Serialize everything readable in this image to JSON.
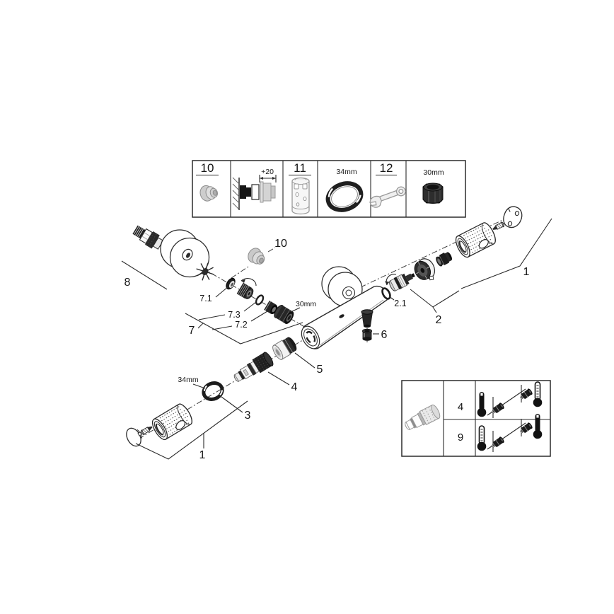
{
  "colors": {
    "line": "#2b2b2b",
    "part_dark": "#1f1f1f",
    "part_gray": "#c9c9c9",
    "background": "#ffffff"
  },
  "legend_top": {
    "cells": [
      {
        "label": "10",
        "icon": "extension-nut-icon"
      },
      {
        "label": "+20",
        "icon": "wall-extension-dimension-icon"
      },
      {
        "label": "11",
        "icon": "extension-sleeve-icon"
      },
      {
        "label": "34mm",
        "icon": "ring-nut-icon"
      },
      {
        "label": "12",
        "icon": "open-end-wrench-icon"
      },
      {
        "label": "30mm",
        "icon": "cap-nut-icon"
      }
    ]
  },
  "exploded_view": {
    "labels": {
      "group8": "8",
      "group7": "7",
      "part7_1": "7.1",
      "part7_3": "7.3",
      "part7_2": "7.2",
      "part10": "10",
      "nut30": "30mm",
      "part2_1": "2.1",
      "group2": "2",
      "group1_top": "1",
      "part6": "6",
      "part5": "5",
      "part4": "4",
      "part3": "3",
      "ring34": "34mm",
      "group1_bottom": "1"
    }
  },
  "legend_bottom": {
    "cartridge_icon": "flow-cartridge-icon",
    "rows": [
      {
        "label": "4",
        "left_icon": "thermometer-hot-icon",
        "right_icon": "thermometer-cold-icon"
      },
      {
        "label": "9",
        "left_icon": "thermometer-cold-icon",
        "right_icon": "thermometer-hot-icon"
      }
    ]
  }
}
